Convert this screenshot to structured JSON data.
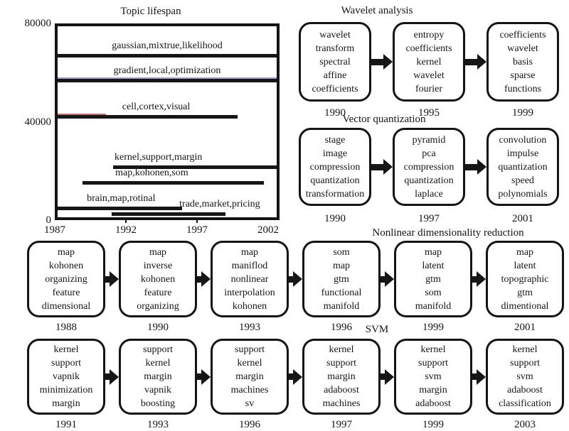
{
  "chart_data": {
    "type": "bar",
    "orientation": "horizontal-timeline",
    "title": "Topic lifespan",
    "xlabel": "",
    "ylabel": "",
    "ylim": [
      0,
      80000
    ],
    "xlim": [
      1987,
      2002.8
    ],
    "grid": false,
    "yticks": [
      {
        "value": 80000,
        "label": "80000"
      },
      {
        "value": 40000,
        "label": "40000"
      },
      {
        "value": 0,
        "label": "0"
      }
    ],
    "xticks": [
      {
        "value": 1987,
        "label": "1987",
        "tick": false
      },
      {
        "value": 1992,
        "label": "1992",
        "tick": true
      },
      {
        "value": 1997,
        "label": "1997",
        "tick": true
      },
      {
        "value": 2002,
        "label": "2002",
        "tick": false
      }
    ],
    "bars": [
      {
        "label": "gaussian,mixtrue,likelihood",
        "value": 68500,
        "start": 1987,
        "end": 2002.8,
        "label_x_frac": 0.5
      },
      {
        "label": "gradient,local,optimization",
        "value": 58000,
        "start": 1987,
        "end": 2002.8,
        "label_x_frac": 0.5,
        "tint": {
          "color": "#a79ace",
          "width_frac": 1.0
        }
      },
      {
        "label": "cell,cortex,visual",
        "value": 42800,
        "start": 1987,
        "end": 2000.0,
        "label_x_frac": 0.45,
        "tint": {
          "color": "#c36f6f",
          "width_frac": 0.27
        }
      },
      {
        "label": "kernel,support,margin",
        "value": 21700,
        "start": 1991.0,
        "end": 2002.8,
        "label_x_frac": 0.46
      },
      {
        "label": "map,kohonen,som",
        "value": 15300,
        "start": 1988.8,
        "end": 2001.9,
        "label_x_frac": 0.43
      },
      {
        "label": "brain,map,rotinal",
        "value": 4500,
        "start": 1987,
        "end": 1996.0,
        "label_x_frac": 0.29
      },
      {
        "label": "trade,market,pricing",
        "value": 2000,
        "start": 1990.9,
        "end": 1999.1,
        "label_x_frac": 0.74
      }
    ],
    "bar_color": "#161616"
  },
  "flows": [
    {
      "title": "Wavelet analysis",
      "boxes": [
        {
          "terms": [
            "wavelet",
            "transform",
            "spectral",
            "affine",
            "coefficients"
          ],
          "year": "1990"
        },
        {
          "terms": [
            "entropy",
            "coefficients",
            "kernel",
            "wavelet",
            "fourier"
          ],
          "year": "1995"
        },
        {
          "terms": [
            "coefficients",
            "wavelet",
            "basis",
            "sparse",
            "functions"
          ],
          "year": "1999"
        }
      ]
    },
    {
      "title": "Vector quantization",
      "boxes": [
        {
          "terms": [
            "stage",
            "image",
            "compression",
            "quantization",
            "transformation"
          ],
          "year": "1990"
        },
        {
          "terms": [
            "pyramid",
            "pca",
            "compression",
            "quantization",
            "laplace"
          ],
          "year": "1997"
        },
        {
          "terms": [
            "convolution",
            "impulse",
            "quantization",
            "speed",
            "polynomials"
          ],
          "year": "2001"
        }
      ]
    },
    {
      "title": "Nonlinear dimensionality reduction",
      "boxes": [
        {
          "terms": [
            "map",
            "kohonen",
            "organizing",
            "feature",
            "dimensional"
          ],
          "year": "1988"
        },
        {
          "terms": [
            "map",
            "inverse",
            "kohonen",
            "feature",
            "organizing"
          ],
          "year": "1990"
        },
        {
          "terms": [
            "map",
            "maniflod",
            "nonlinear",
            "interpolation",
            "kohonen"
          ],
          "year": "1993"
        },
        {
          "terms": [
            "som",
            "map",
            "gtm",
            "functional",
            "manifold"
          ],
          "year": "1996"
        },
        {
          "terms": [
            "map",
            "latent",
            "gtm",
            "som",
            "manifold"
          ],
          "year": "1999"
        },
        {
          "terms": [
            "map",
            "latent",
            "topographic",
            "gtm",
            "dimentional"
          ],
          "year": "2001"
        }
      ]
    },
    {
      "title": "SVM",
      "boxes": [
        {
          "terms": [
            "kernel",
            "support",
            "vapnik",
            "minimization",
            "margin"
          ],
          "year": "1991"
        },
        {
          "terms": [
            "support",
            "kernel",
            "margin",
            "vapnik",
            "boosting"
          ],
          "year": "1993"
        },
        {
          "terms": [
            "support",
            "kernel",
            "margin",
            "machines",
            "sv"
          ],
          "year": "1996"
        },
        {
          "terms": [
            "kernel",
            "support",
            "margin",
            "adaboost",
            "machines"
          ],
          "year": "1997"
        },
        {
          "terms": [
            "kernel",
            "support",
            "svm",
            "margin",
            "adaboost"
          ],
          "year": "1999"
        },
        {
          "terms": [
            "kernel",
            "support",
            "svm",
            "adaboost",
            "classification"
          ],
          "year": "2003"
        }
      ]
    }
  ],
  "colors": {
    "ink": "#161616",
    "box_border": "#141414",
    "background": "#ffffff"
  }
}
